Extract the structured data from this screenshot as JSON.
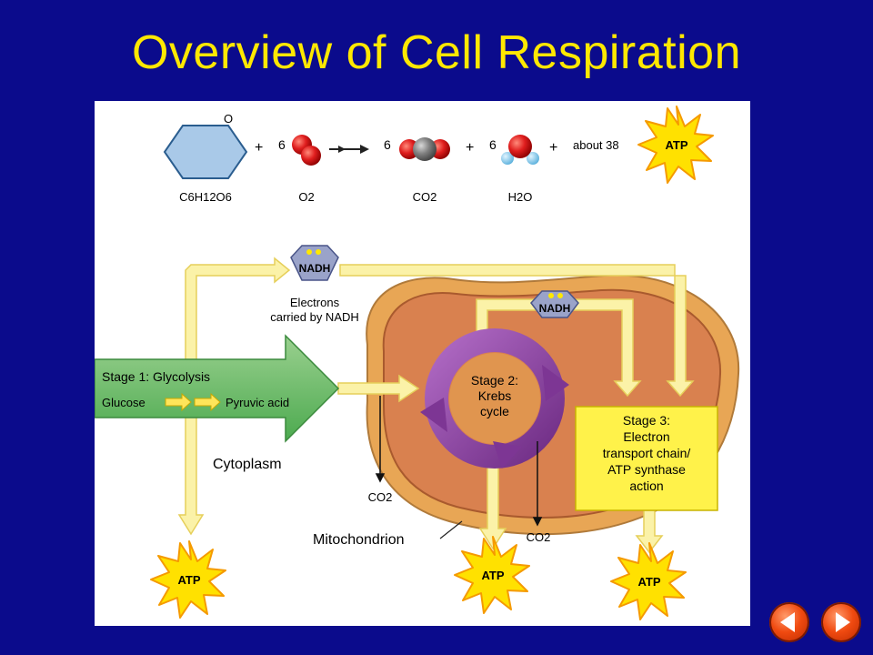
{
  "title": "Overview of Cell Respiration",
  "equation": {
    "glucose_formula": "C6H12O6",
    "glucose_ring_atom": "O",
    "plus": "+",
    "coef_o2": "6",
    "o2": "O2",
    "coef_co2": "6",
    "co2": "CO2",
    "coef_h2o": "6",
    "h2o": "H2O",
    "about": "about 38",
    "atp": "ATP"
  },
  "nadh_top": {
    "label": "NADH",
    "caption_line1": "Electrons",
    "caption_line2": "carried by NADH"
  },
  "nadh_mito": {
    "label": "NADH"
  },
  "stage1": {
    "title": "Stage 1: Glycolysis",
    "from": "Glucose",
    "to": "Pyruvic acid"
  },
  "stage2": {
    "line1": "Stage 2:",
    "line2": "Krebs",
    "line3": "cycle"
  },
  "stage3": {
    "line1": "Stage 3:",
    "line2": "Electron",
    "line3": "transport chain/",
    "line4": "ATP synthase",
    "line5": "action"
  },
  "cytoplasm": "Cytoplasm",
  "mitochondrion": "Mitochondrion",
  "co2_left": "CO2",
  "co2_right": "CO2",
  "atp_left": "ATP",
  "atp_mid": "ATP",
  "atp_right": "ATP",
  "colors": {
    "background": "#0b0b8c",
    "title": "#ffe800",
    "glycolysis_green": "#5cb85c",
    "mito_outer": "#e8a655",
    "mito_inner": "#d9814f",
    "krebs_purple": "#8b3fa0",
    "stage3_yellow": "#fff24a",
    "flow_arrow": "#fbf2a8"
  },
  "nav": {
    "prev_icon": "triangle-left",
    "next_icon": "triangle-right"
  }
}
